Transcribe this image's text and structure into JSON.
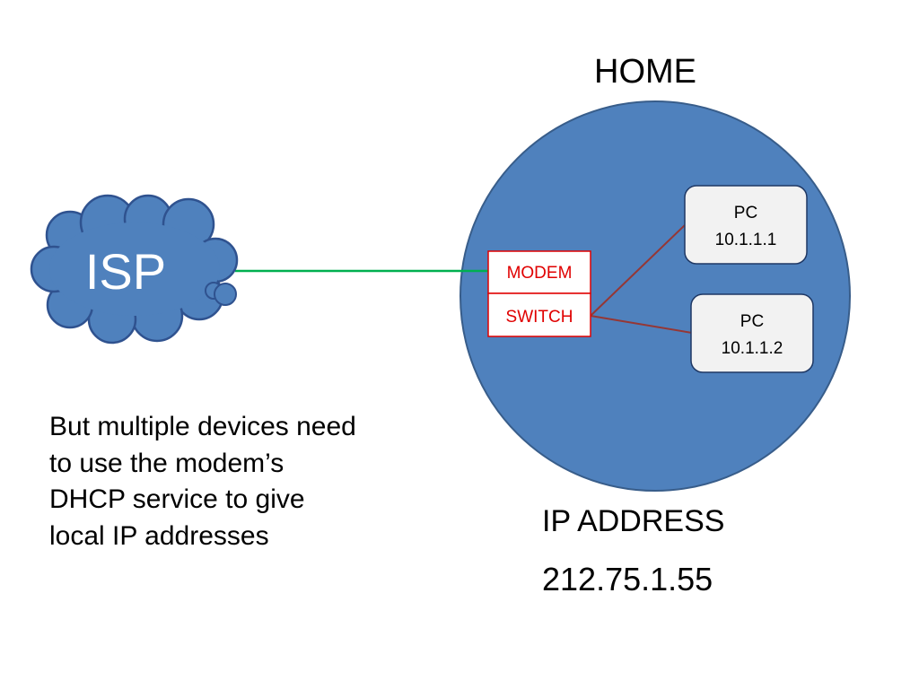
{
  "title": "HOME",
  "isp": {
    "label": "ISP"
  },
  "router": {
    "modem_label": "MODEM",
    "switch_label": "SWITCH"
  },
  "pcs": [
    {
      "label": "PC",
      "ip": "10.1.1.1"
    },
    {
      "label": "PC",
      "ip": "10.1.1.2"
    }
  ],
  "caption_lines": [
    "But multiple devices need",
    "to use the modem’s",
    "DHCP service to give",
    "local IP addresses"
  ],
  "public_ip": {
    "label": "IP ADDRESS",
    "value": "212.75.1.55"
  },
  "colors": {
    "circle_fill": "#4f81bd",
    "circle_stroke": "#385d8a",
    "isp_link": "#00b050",
    "device_link": "#953735",
    "router_text": "#e00000",
    "pc_box_fill": "#f2f2f2",
    "pc_box_stroke": "#1f3864"
  }
}
